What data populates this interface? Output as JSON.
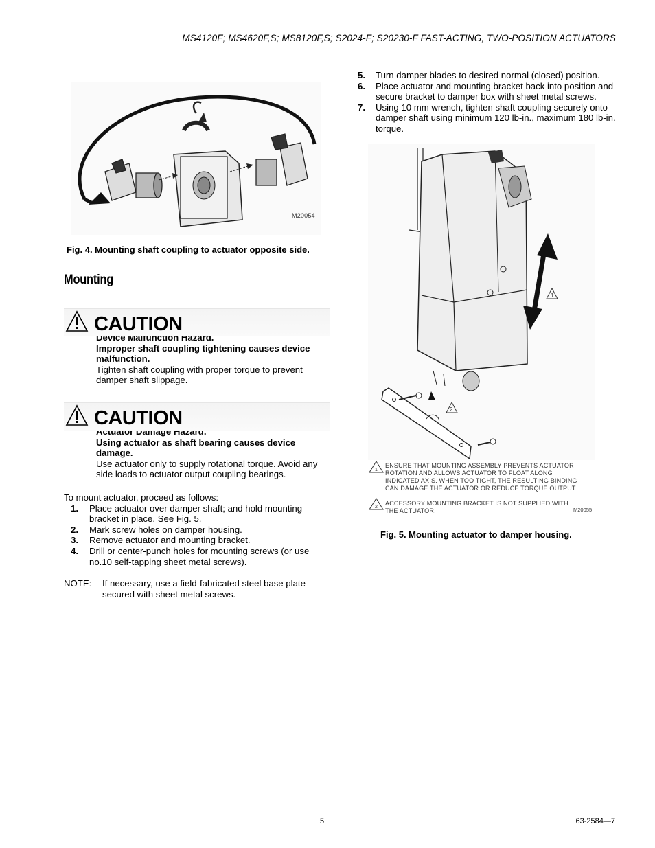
{
  "header": {
    "title": "MS4120F; MS4620F,S; MS8120F,S; S2024-F; S20230-F FAST-ACTING, TWO-POSITION ACTUATORS"
  },
  "fig4": {
    "code": "M20054",
    "caption": "Fig. 4. Mounting shaft coupling to actuator opposite side."
  },
  "section": {
    "title": "Mounting"
  },
  "cautions": [
    {
      "word": "CAUTION",
      "hazard": "Device Malfunction Hazard.",
      "cause": "Improper shaft coupling tightening causes device malfunction.",
      "text": "Tighten shaft coupling with proper torque to prevent damper shaft slippage."
    },
    {
      "word": "CAUTION",
      "hazard": "Actuator Damage Hazard.",
      "cause": "Using actuator as shaft bearing causes device damage.",
      "text": "Use actuator only to supply rotational torque. Avoid any side loads to actuator output coupling bearings."
    }
  ],
  "intro": "To mount actuator, proceed as follows:",
  "steps_left": [
    {
      "num": "1.",
      "text": "Place actuator over damper shaft; and hold mounting bracket in place. See Fig. 5."
    },
    {
      "num": "2.",
      "text": "Mark screw holes on damper housing."
    },
    {
      "num": "3.",
      "text": "Remove actuator and mounting bracket."
    },
    {
      "num": "4.",
      "text": "Drill or center-punch holes for mounting screws (or use no.10 self-tapping sheet metal screws)."
    }
  ],
  "note": {
    "label": "NOTE:",
    "text": "If necessary, use a field-fabricated steel base plate secured with sheet metal screws."
  },
  "steps_right": [
    {
      "num": "5.",
      "text": "Turn damper blades to desired normal (closed) position."
    },
    {
      "num": "6.",
      "text": "Place actuator and mounting bracket back into position and secure bracket to damper box with sheet metal screws."
    },
    {
      "num": "7.",
      "text": "Using 10 mm wrench, tighten shaft coupling securely onto damper shaft using minimum 120 lb-in., maximum 180 lb-in. torque."
    }
  ],
  "fig5": {
    "callout1": "1",
    "callout2": "2",
    "note1_line1": "ENSURE THAT MOUNTING ASSEMBLY PREVENTS ACTUATOR",
    "note1_line2": "ROTATION AND ALLOWS ACTUATOR TO FLOAT ALONG",
    "note1_line3": "INDICATED AXIS.  WHEN TOO TIGHT, THE RESULTING  BINDING",
    "note1_line4": "CAN DAMAGE THE ACTUATOR OR REDUCE TORQUE OUTPUT.",
    "note2_line1": "ACCESSORY MOUNTING BRACKET IS NOT SUPPLIED WITH",
    "note2_line2": "THE ACTUATOR.",
    "code": "M20055",
    "caption": "Fig. 5. Mounting actuator to damper housing."
  },
  "footer": {
    "page": "5",
    "doc": "63-2584—7"
  }
}
